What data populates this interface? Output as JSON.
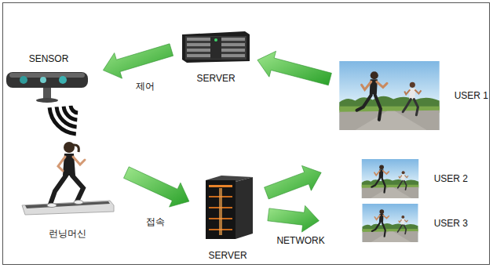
{
  "diagram": {
    "nodes": [
      {
        "text": [
          "SENSOR"
        ]
      },
      {
        "text": [
          "SERVER"
        ]
      },
      {
        "text": [
          "USER 1"
        ]
      },
      {
        "text": [
          "런닝머신"
        ]
      },
      {
        "text": [
          "SERVER"
        ]
      },
      {
        "text": [
          "USER 2"
        ]
      },
      {
        "text": [
          "USER 3"
        ]
      }
    ],
    "edges": [
      {
        "from": 2,
        "to": 1,
        "arrow": "to"
      },
      {
        "from": 1,
        "to": 0,
        "label": "제어",
        "arrow": "to"
      },
      {
        "from": 3,
        "to": 4,
        "label": "접속",
        "arrow": "to"
      },
      {
        "from": 4,
        "to": 5,
        "arrow": "to"
      },
      {
        "from": 4,
        "to": 6,
        "label": "NETWORK",
        "arrow": "to"
      }
    ]
  }
}
